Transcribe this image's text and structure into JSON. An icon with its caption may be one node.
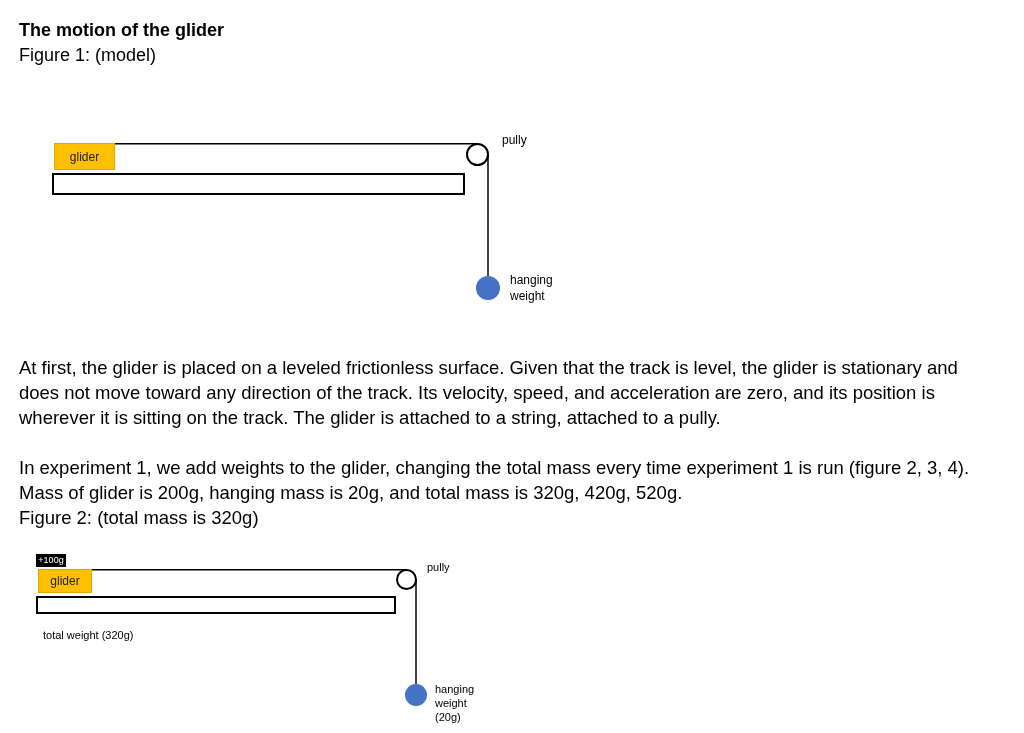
{
  "diagram": {
    "title": "The motion of the glider",
    "nodes": [
      {
        "text": [
          "glider"
        ]
      },
      {
        "text": [],
        "shape": "box"
      },
      {
        "text": [],
        "shape": "circle",
        "beside": [
          "pully"
        ]
      },
      {
        "text": [],
        "shape": "circle",
        "beside": [
          "hanging weight"
        ]
      },
      {
        "text": [
          "+100g"
        ]
      },
      {
        "text": [
          "glider"
        ]
      },
      {
        "text": [],
        "shape": "box"
      },
      {
        "text": [],
        "shape": "circle",
        "beside": [
          "pully"
        ]
      },
      {
        "text": [],
        "shape": "circle",
        "beside": [
          "hanging weight (20g)"
        ]
      }
    ],
    "edges": [
      {
        "from": 0,
        "to": 2,
        "arrow": "none"
      },
      {
        "from": 2,
        "to": 3,
        "arrow": "none"
      },
      {
        "from": 5,
        "to": 7,
        "arrow": "none"
      },
      {
        "from": 7,
        "to": 8,
        "arrow": "none"
      }
    ],
    "labels": [
      "Figure 1: (model)",
      "At first, the glider is placed on a leveled frictionless surface. Given that the track is level, the glider is stationary and does not move toward any direction of the track.  Its velocity, speed, and acceleration are zero, and its position is wherever it is sitting on the track. The glider is attached to a string, attached to a pully.",
      "In experiment 1, we add weights to the glider, changing the total mass every time experiment 1 is run (figure 2, 3, 4). Mass of glider is 200g, hanging mass is 20g, and total mass is 320g, 420g, 520g.",
      "Figure 2: (total mass is 320g)",
      "total weight (320g)"
    ]
  }
}
